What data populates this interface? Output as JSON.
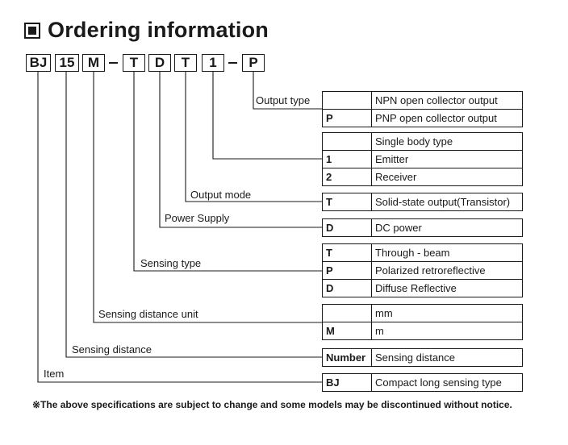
{
  "title": "Ordering information",
  "code": {
    "segments": [
      "BJ",
      "15",
      "M",
      "T",
      "D",
      "T",
      "1",
      "P"
    ]
  },
  "groups": {
    "output_type": {
      "label": "Output type",
      "rows": [
        {
          "code": "",
          "desc": "NPN open collector output"
        },
        {
          "code": "P",
          "desc": "PNP open collector output"
        }
      ]
    },
    "body_type": {
      "rows": [
        {
          "code": "",
          "desc": "Single body type"
        },
        {
          "code": "1",
          "desc": "Emitter"
        },
        {
          "code": "2",
          "desc": "Receiver"
        }
      ]
    },
    "output_mode": {
      "label": "Output mode",
      "rows": [
        {
          "code": "T",
          "desc": "Solid-state output(Transistor)"
        }
      ]
    },
    "power_supply": {
      "label": "Power Supply",
      "rows": [
        {
          "code": "D",
          "desc": "DC power"
        }
      ]
    },
    "sensing_type": {
      "label": "Sensing type",
      "rows": [
        {
          "code": "T",
          "desc": "Through - beam"
        },
        {
          "code": "P",
          "desc": "Polarized retroreflective"
        },
        {
          "code": "D",
          "desc": "Diffuse Reflective"
        }
      ]
    },
    "distance_unit": {
      "label": "Sensing distance unit",
      "rows": [
        {
          "code": "",
          "desc": "mm"
        },
        {
          "code": "M",
          "desc": "m"
        }
      ]
    },
    "sensing_distance": {
      "label": "Sensing distance",
      "rows": [
        {
          "code": "Number",
          "desc": "Sensing distance"
        }
      ]
    },
    "item": {
      "label": "Item",
      "rows": [
        {
          "code": "BJ",
          "desc": "Compact long sensing type"
        }
      ]
    }
  },
  "footnote": "※The above specifications are subject to change and some models may be discontinued without notice."
}
